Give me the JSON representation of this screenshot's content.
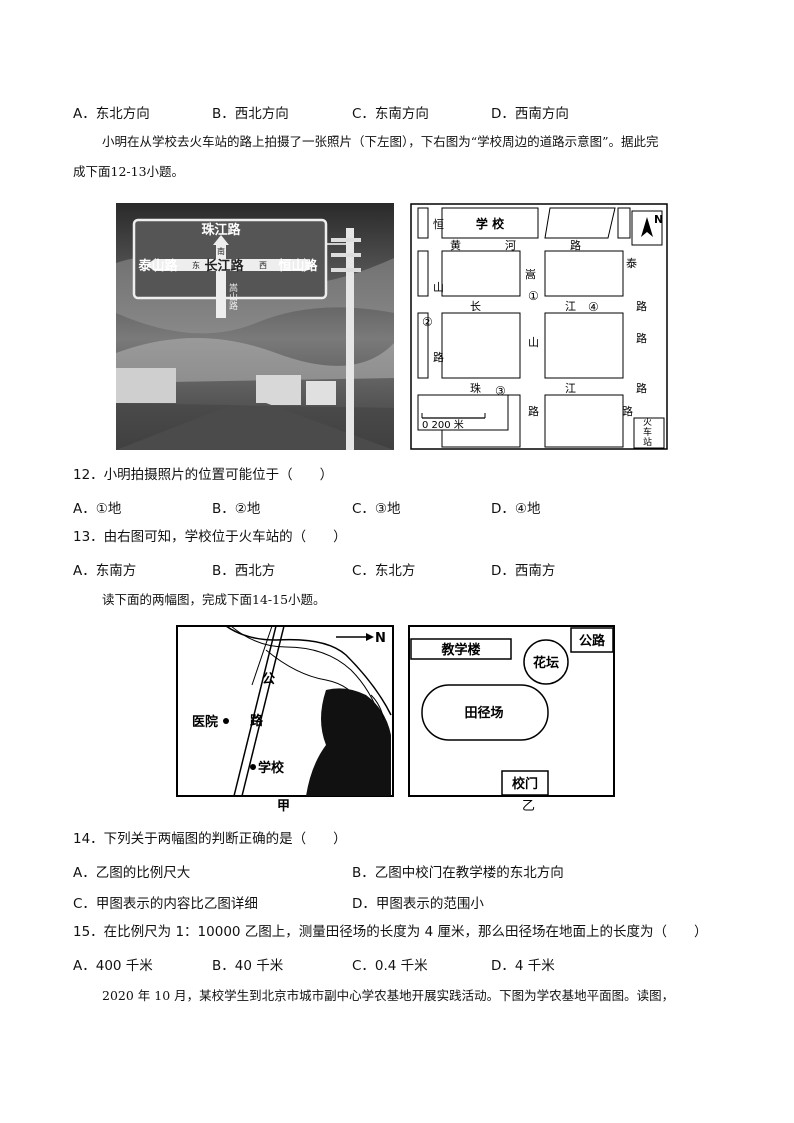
{
  "q11_options": [
    "A．东北方向",
    "B．西北方向",
    "C．东南方向",
    "D．西南方向"
  ],
  "intro_12_13": {
    "line1": "小明在从学校去火车站的路上拍摄了一张照片（下左图），下右图为“学校周边的道路示意图”。据此完",
    "line2": "成下面12-13小题。"
  },
  "photo_sign": {
    "north": "珠江路",
    "west": "泰山路",
    "center": "长江路",
    "east": "恒山路",
    "south": "嵩山路",
    "dir_n": "南",
    "dir_w": "东",
    "dir_e": "西"
  },
  "road_map": {
    "school": "学 校",
    "north_arrow": "N",
    "roads": {
      "huang1": "黄",
      "huang2": "河",
      "huang3": "路",
      "chang1": "长",
      "chang2": "江",
      "zhu1": "珠",
      "zhu2": "江",
      "heng1": "恒",
      "heng2": "山",
      "heng3": "路",
      "song1": "嵩",
      "song2": "山",
      "song3": "路",
      "tai1": "泰",
      "tai2": "路",
      "lu1": "路",
      "lu2": "路",
      "lu3": "路"
    },
    "marks": [
      "①",
      "②",
      "③",
      "④"
    ],
    "scale": "0    200 米",
    "station": [
      "火",
      "车",
      "站"
    ]
  },
  "q12": {
    "stem": "12．小明拍摄照片的位置可能位于（　　）",
    "options": [
      "A．①地",
      "B．②地",
      "C．③地",
      "D．④地"
    ]
  },
  "q13": {
    "stem": "13．由右图可知，学校位于火车站的（　　）",
    "options": [
      "A．东南方",
      "B．西北方",
      "C．东北方",
      "D．西南方"
    ]
  },
  "intro_14_15": "读下面的两幅图，完成下面14-15小题。",
  "map_jia": {
    "north": "N",
    "road1": "公",
    "road2": "路",
    "hospital": "医院",
    "school": "学校",
    "caption": "甲"
  },
  "map_yi": {
    "building": "教学楼",
    "road": "公路",
    "garden": "花坛",
    "field": "田径场",
    "gate": "校门",
    "caption": "乙"
  },
  "q14": {
    "stem": "14．下列关于两幅图的判断正确的是（　　）",
    "options": [
      "A．乙图的比例尺大",
      "B．乙图中校门在教学楼的东北方向",
      "C．甲图表示的内容比乙图详细",
      "D．甲图表示的范围小"
    ]
  },
  "q15": {
    "stem": "15．在比例尺为 1：10000 乙图上，测量田径场的长度为 4 厘米，那么田径场在地面上的长度为（　　）",
    "options": [
      "A．400 千米",
      "B．40 千米",
      "C．0.4 千米",
      "D．4 千米"
    ]
  },
  "intro_next": "2020 年 10 月，某校学生到北京市城市副中心学农基地开展实践活动。下图为学农基地平面图。读图，"
}
